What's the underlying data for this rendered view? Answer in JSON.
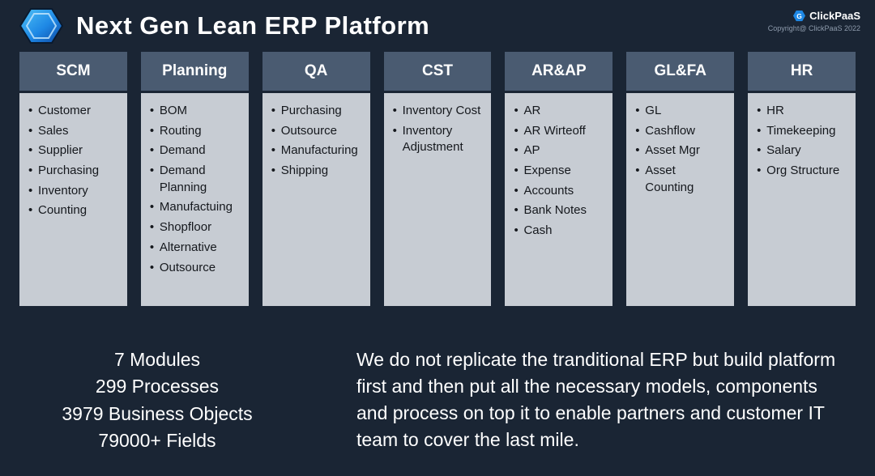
{
  "header": {
    "title": "Next Gen Lean ERP Platform",
    "brand": {
      "name": "ClickPaaS",
      "copyright": "Copyright@ ClickPaaS 2022"
    }
  },
  "columns": [
    {
      "label": "SCM",
      "items": [
        "Customer",
        "Sales",
        "Supplier",
        "Purchasing",
        "Inventory",
        "Counting"
      ]
    },
    {
      "label": "Planning",
      "items": [
        "BOM",
        "Routing",
        "Demand",
        "Demand Planning",
        "Manufactuing",
        "Shopfloor",
        "Alternative",
        "Outsource"
      ]
    },
    {
      "label": "QA",
      "items": [
        "Purchasing",
        "Outsource",
        "Manufacturing",
        "Shipping"
      ]
    },
    {
      "label": "CST",
      "items": [
        "Inventory Cost",
        "Inventory Adjustment"
      ]
    },
    {
      "label": "AR&AP",
      "items": [
        "AR",
        "AR Wirteoff",
        "AP",
        "Expense",
        "Accounts",
        "Bank Notes",
        "Cash"
      ]
    },
    {
      "label": "GL&FA",
      "items": [
        "GL",
        "Cashflow",
        "Asset Mgr",
        "Asset Counting"
      ]
    },
    {
      "label": "HR",
      "items": [
        "HR",
        "Timekeeping",
        "Salary",
        "Org Structure"
      ]
    }
  ],
  "stats": {
    "lines": [
      "7 Modules",
      "299 Processes",
      "3979 Business Objects",
      "79000+ Fields"
    ]
  },
  "description": "We do not replicate the tranditional ERP but build platform first and then put all the necessary models, components and process on top it to enable partners and customer IT team to cover the last mile.",
  "colors": {
    "background": "#1a2534",
    "column_header": "#4a5b71",
    "column_body": "#c7ccd3",
    "accent_blue": "#1e88e5"
  }
}
